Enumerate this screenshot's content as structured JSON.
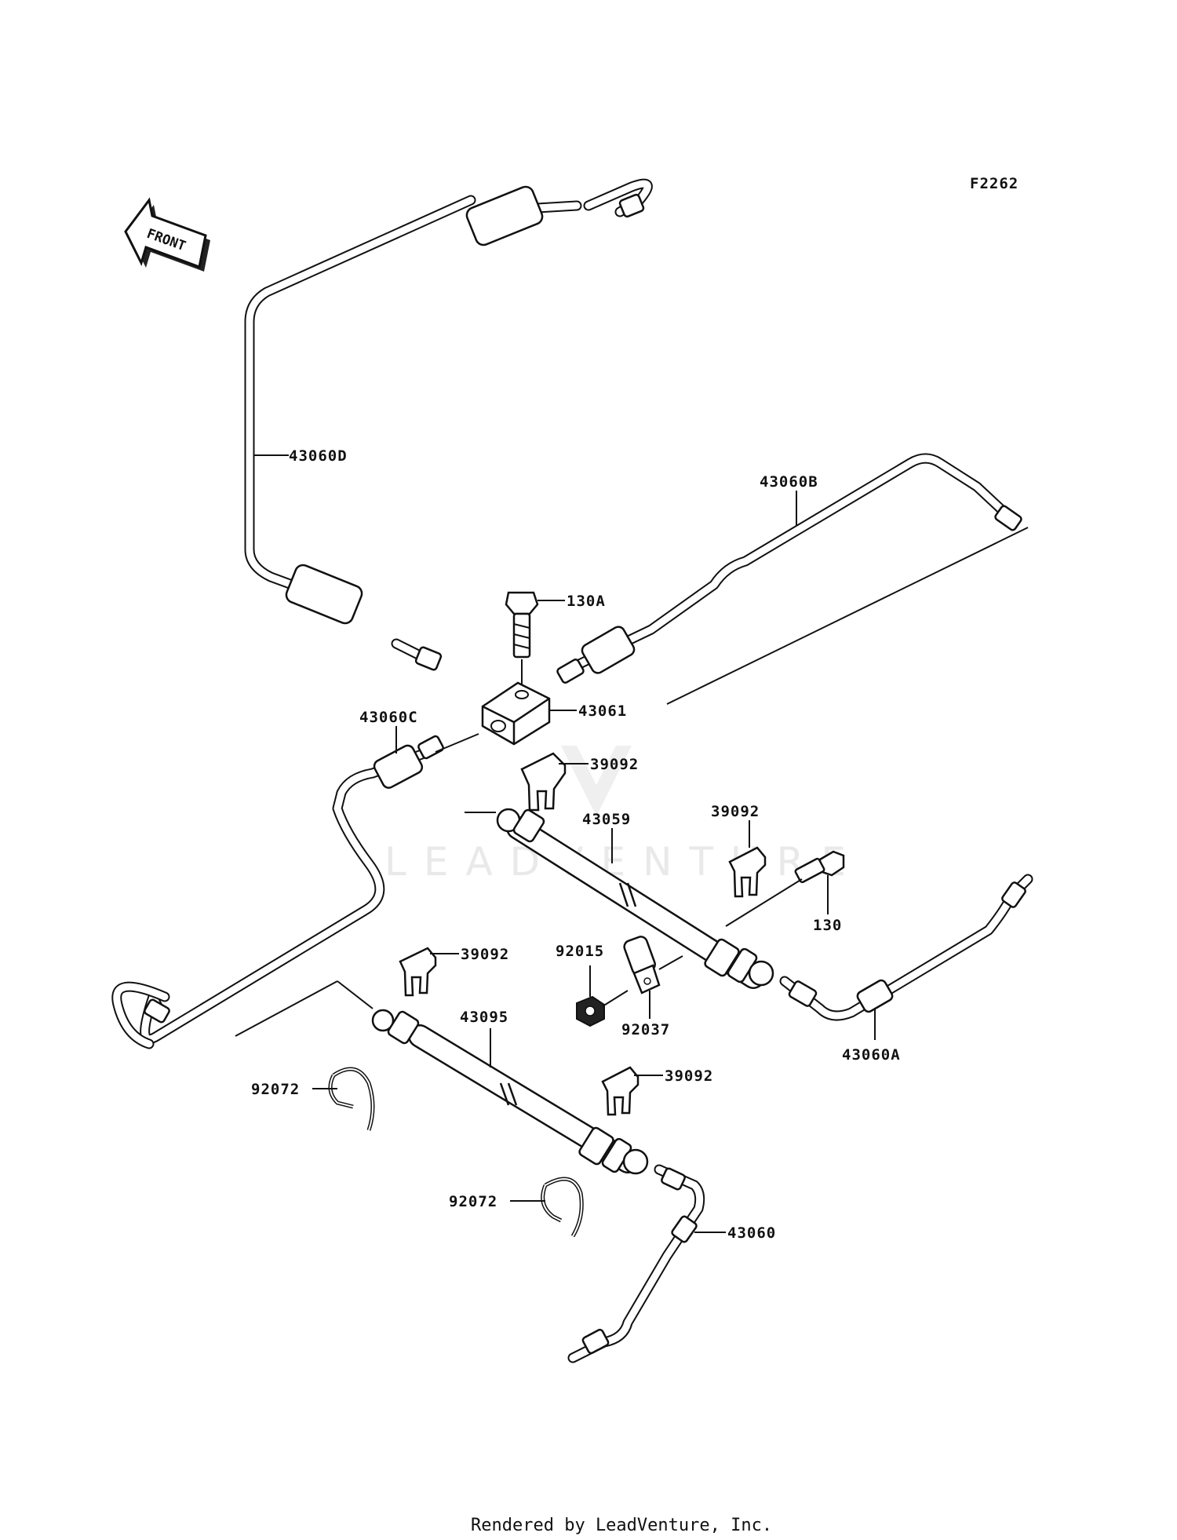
{
  "figure_code": "F2262",
  "front_label": "FRONT",
  "watermark": "LEADVENTURE",
  "footer": "Rendered by LeadVenture, Inc.",
  "labels": {
    "p43060D": "43060D",
    "p43060B": "43060B",
    "p130A": "130A",
    "p43061": "43061",
    "p43060C": "43060C",
    "p39092_a": "39092",
    "p43059": "43059",
    "p39092_b": "39092",
    "p130": "130",
    "p92015": "92015",
    "p39092_c": "39092",
    "p92037": "92037",
    "p43060A": "43060A",
    "p43095": "43095",
    "p92072_a": "92072",
    "p39092_d": "39092",
    "p92072_b": "92072",
    "p43060": "43060"
  }
}
